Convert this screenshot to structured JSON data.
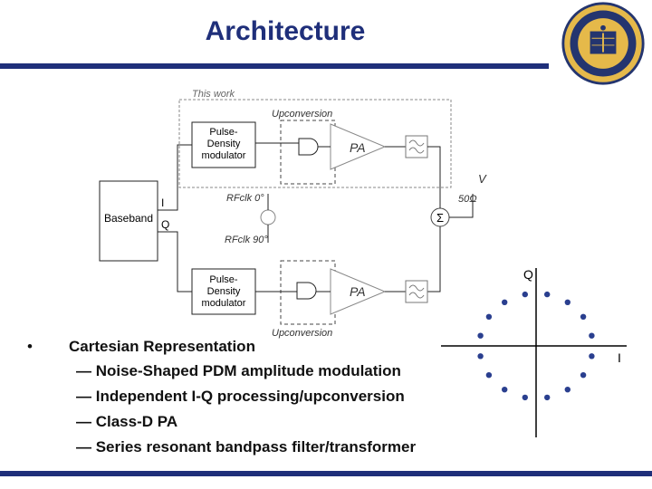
{
  "slide": {
    "title": "Architecture"
  },
  "diagram": {
    "this_work_label": "This work",
    "upconversion_top": "Upconversion",
    "upconversion_bottom": "Upconversion",
    "pdm_top": [
      "Pulse-",
      "Density",
      "modulator"
    ],
    "pdm_bottom": [
      "Pulse-",
      "Density",
      "modulator"
    ],
    "pa_top": "PA",
    "pa_bottom": "PA",
    "baseband": "Baseband",
    "i_label": "I",
    "q_label": "Q",
    "rfclk0": "RFclk 0°",
    "rfclk90": "RFclk 90°",
    "sum_symbol": "Σ",
    "load": "50Ω",
    "vout": "V"
  },
  "constellation": {
    "q_axis": "Q",
    "i_axis": "I",
    "point_color": "#2a3f8f"
  },
  "bullets": {
    "main": "Cartesian Representation",
    "marker": "•",
    "items": [
      "— Noise-Shaped PDM amplitude modulation",
      "— Independent I-Q processing/upconversion",
      "— Class-D PA",
      "— Series resonant bandpass filter/transformer"
    ]
  }
}
